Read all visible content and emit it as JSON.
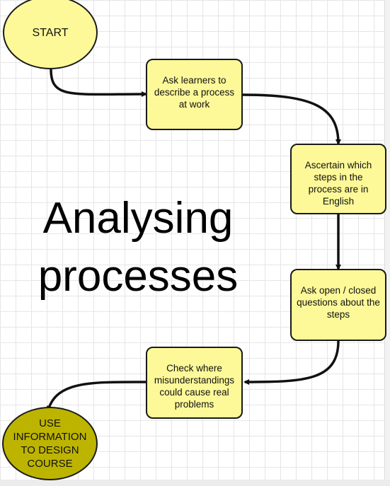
{
  "title": {
    "line1": "Analysing",
    "line2": "processes"
  },
  "nodes": {
    "start": "START",
    "step1": "Ask learners to describe a process at work",
    "step2": "Ascertain which steps in the process are in English",
    "step3": "Ask open / closed questions about the steps",
    "step4": "Check where misunderstandings could cause real problems",
    "end": "USE INFORMATION TO DESIGN COURSE"
  },
  "colors": {
    "box_fill": "#fdf998",
    "end_fill": "#bdb400",
    "stroke": "#1a1a1a"
  }
}
